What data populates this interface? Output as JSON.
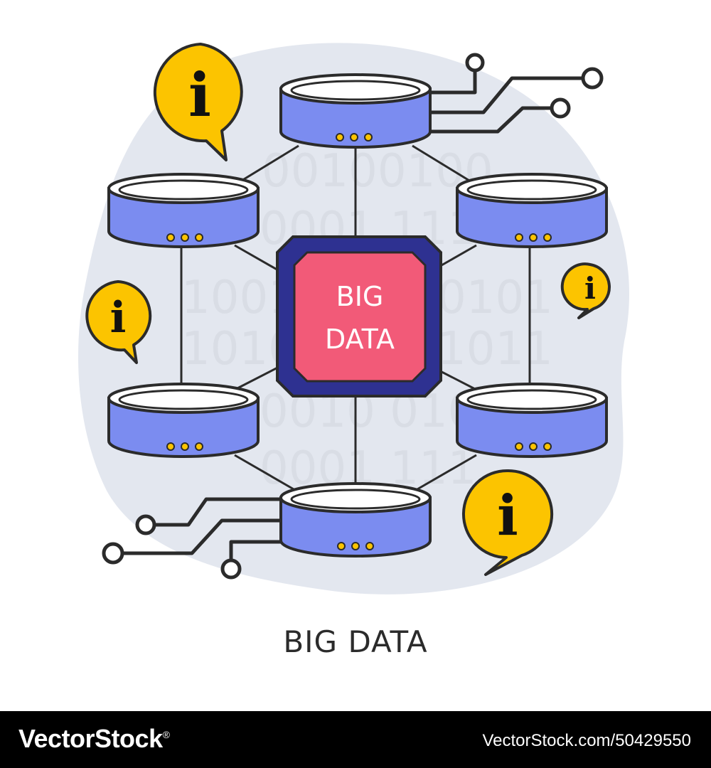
{
  "illustration": {
    "center_label_line1": "BIG",
    "center_label_line2": "DATA",
    "binary_rows": [
      {
        "left": "",
        "right": "00100100"
      },
      {
        "left": "",
        "right": "0001 1110"
      },
      {
        "left": "1001",
        "right": "0101"
      },
      {
        "left": "1010",
        "right": "1011"
      },
      {
        "left": "",
        "right": "0010 010"
      },
      {
        "left": "",
        "right": "0001 111"
      }
    ],
    "info_glyph": "i",
    "icons": {
      "database": "database-icon",
      "processor": "chip-icon",
      "info": "info-bubble-icon",
      "circuit": "circuit-icon"
    },
    "colors": {
      "database_fill": "#7b8cf0",
      "database_top": "#ffffff",
      "chip_outer": "#2e3191",
      "chip_inner": "#f25a78",
      "info_bubble": "#fcc400",
      "blob_background": "#e3e7ef",
      "line_color": "#2b2b2b"
    }
  },
  "caption": "BIG DATA",
  "footer": {
    "brand": "VectorStock",
    "registered_mark": "®",
    "image_ref": "VectorStock.com/50429550"
  }
}
